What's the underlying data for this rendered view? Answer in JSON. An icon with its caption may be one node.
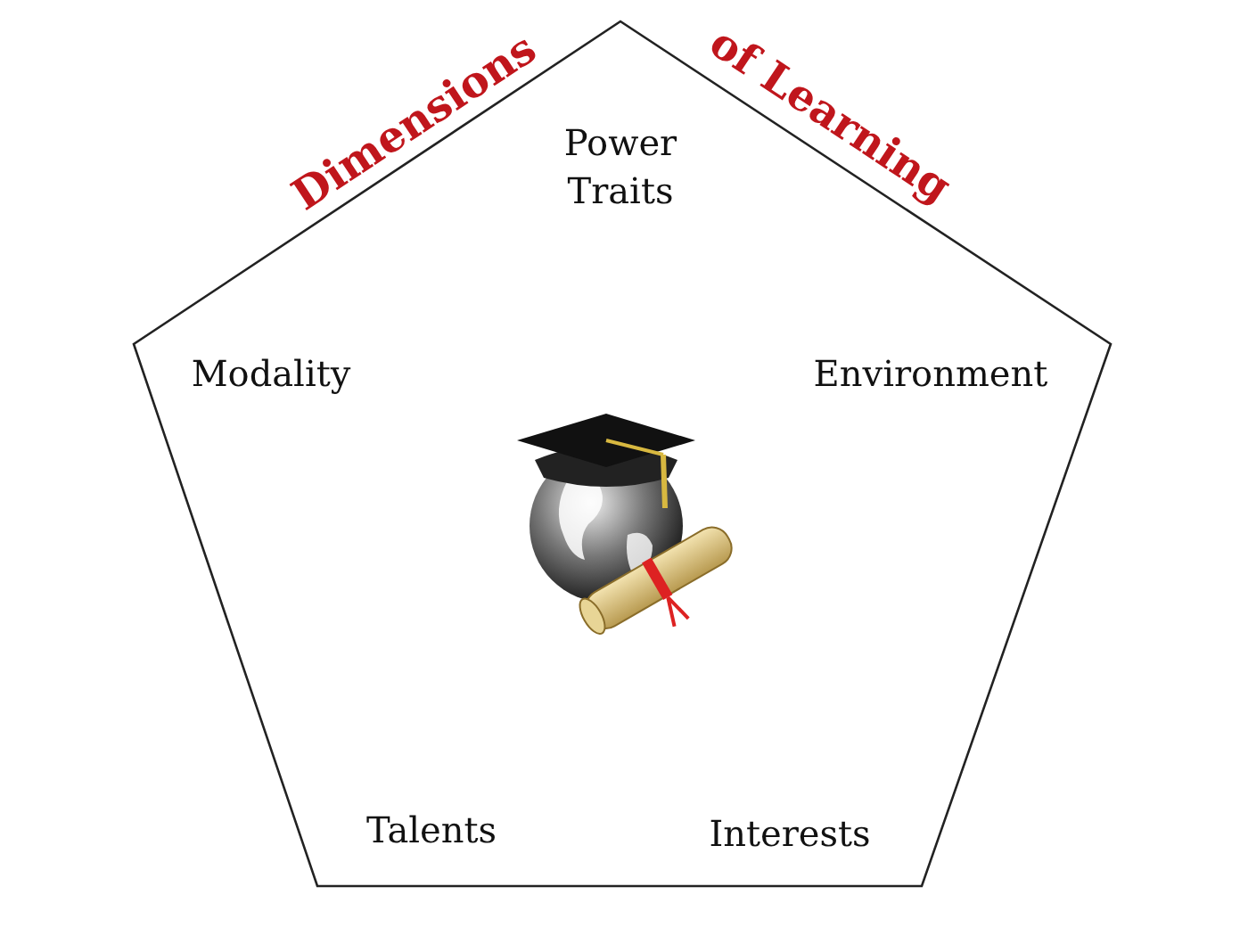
{
  "diagram": {
    "nodes": [
      {
        "text": [
          "Dimensions",
          "of Learning"
        ]
      }
    ],
    "labels": [
      "Power Traits",
      "Modality",
      "Environment",
      "Talents",
      "Interests"
    ]
  }
}
